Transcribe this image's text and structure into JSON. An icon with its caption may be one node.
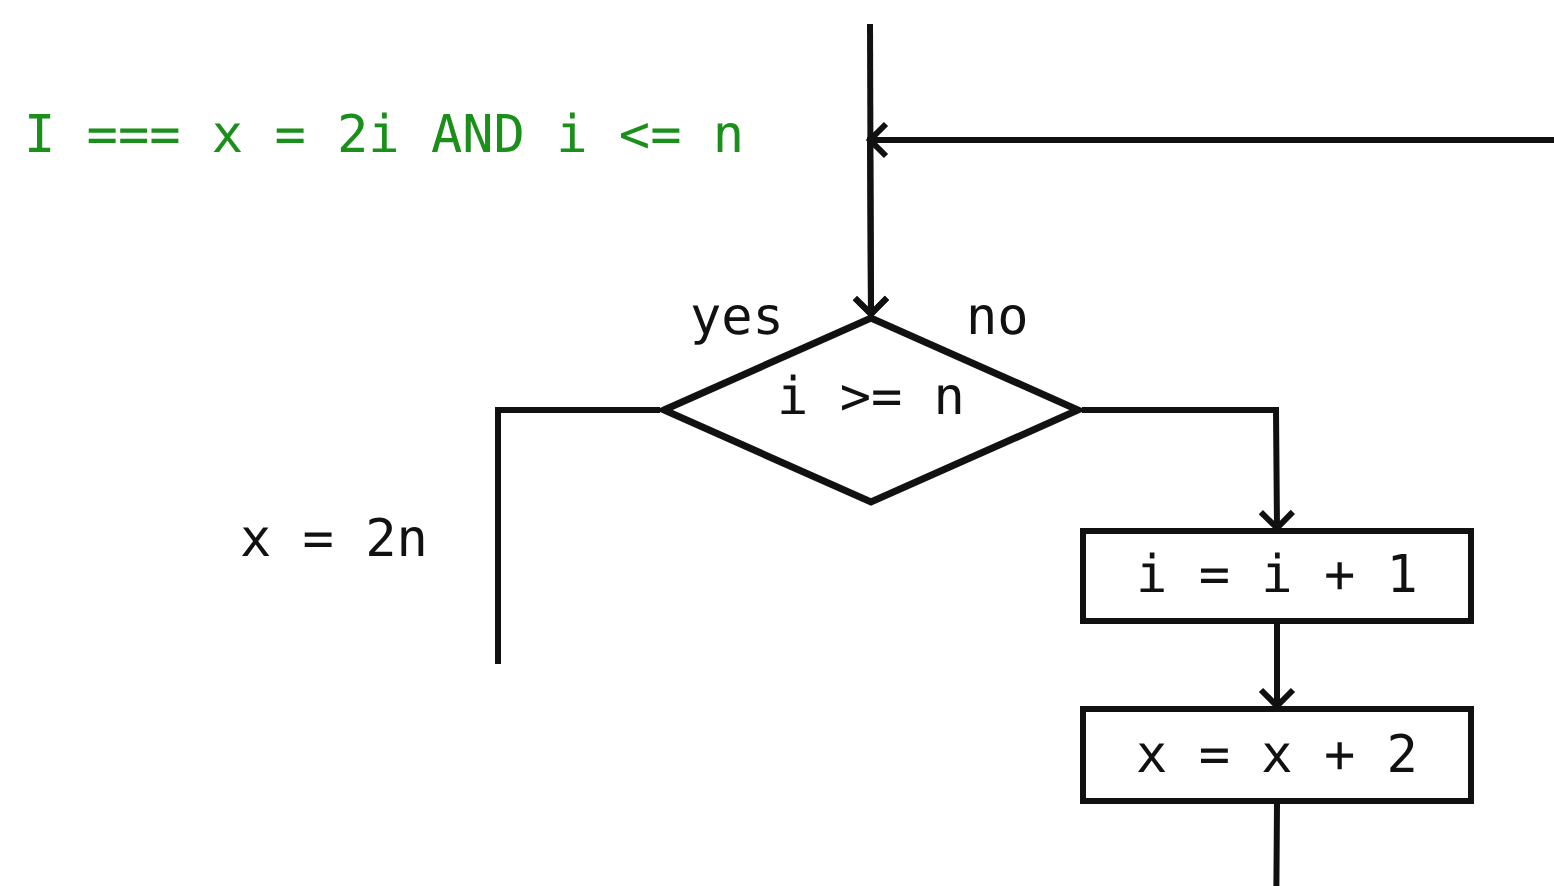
{
  "diagram": {
    "nodes": [
      {
        "text": [
          "i >= n"
        ]
      },
      {
        "text": [
          "i = i + 1"
        ]
      },
      {
        "text": [
          "x = x + 2"
        ]
      }
    ],
    "edges": [
      {
        "from": null,
        "to": 0,
        "arrow": "to"
      },
      {
        "from": 2,
        "to": 0,
        "arrow": "to"
      },
      {
        "from": 0,
        "to": null,
        "arrow": "none",
        "label": "yes"
      },
      {
        "from": 0,
        "to": 1,
        "arrow": "to",
        "label": "no"
      },
      {
        "from": 1,
        "to": 2,
        "arrow": "to"
      }
    ],
    "labels": [
      "I === x = 2i AND i <= n",
      "x = 2n"
    ]
  }
}
